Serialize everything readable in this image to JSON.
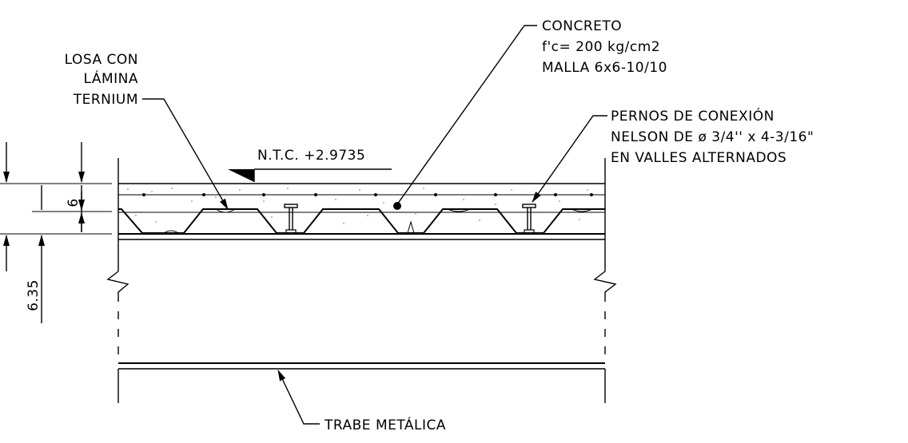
{
  "labels": {
    "losa_line1": "LOSA CON",
    "losa_line2": "LÁMINA",
    "losa_line3": "TERNIUM",
    "concreto_line1": "CONCRETO",
    "concreto_line2": "f'c= 200 kg/cm2",
    "concreto_line3": "MALLA 6x6-10/10",
    "pernos_line1": "PERNOS DE CONEXIÓN",
    "pernos_line2": "NELSON DE ø 3/4'' x 4-3/16\"",
    "pernos_line3": "EN VALLES ALTERNADOS",
    "ntc": "N.T.C. +2.9735",
    "trabe": "TRABE METÁLICA"
  },
  "dimensions": {
    "slab_top": "6",
    "deck_height": "6.35"
  }
}
